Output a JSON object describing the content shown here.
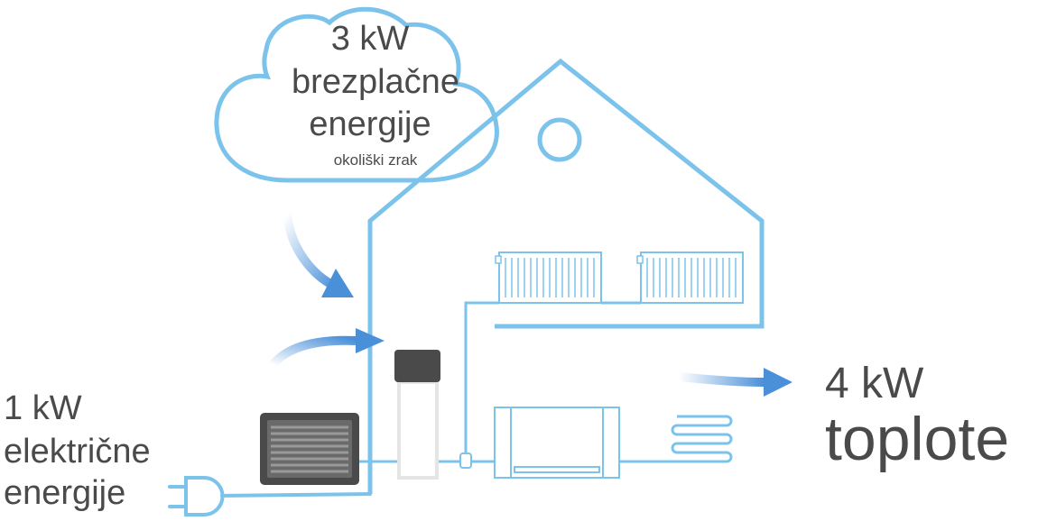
{
  "cloud": {
    "line1": "3 kW",
    "line2": "brezplačne",
    "line3": "energije",
    "caption": "okoliški zrak"
  },
  "input": {
    "line1": "1 kW",
    "line2": "električne",
    "line3": "energije"
  },
  "output": {
    "line1": "4 kW",
    "line2": "toplote"
  },
  "colors": {
    "line": "#7cc3ec",
    "arrow": "#4a90d9",
    "text": "#4a4a4a",
    "unit": "#555555"
  }
}
